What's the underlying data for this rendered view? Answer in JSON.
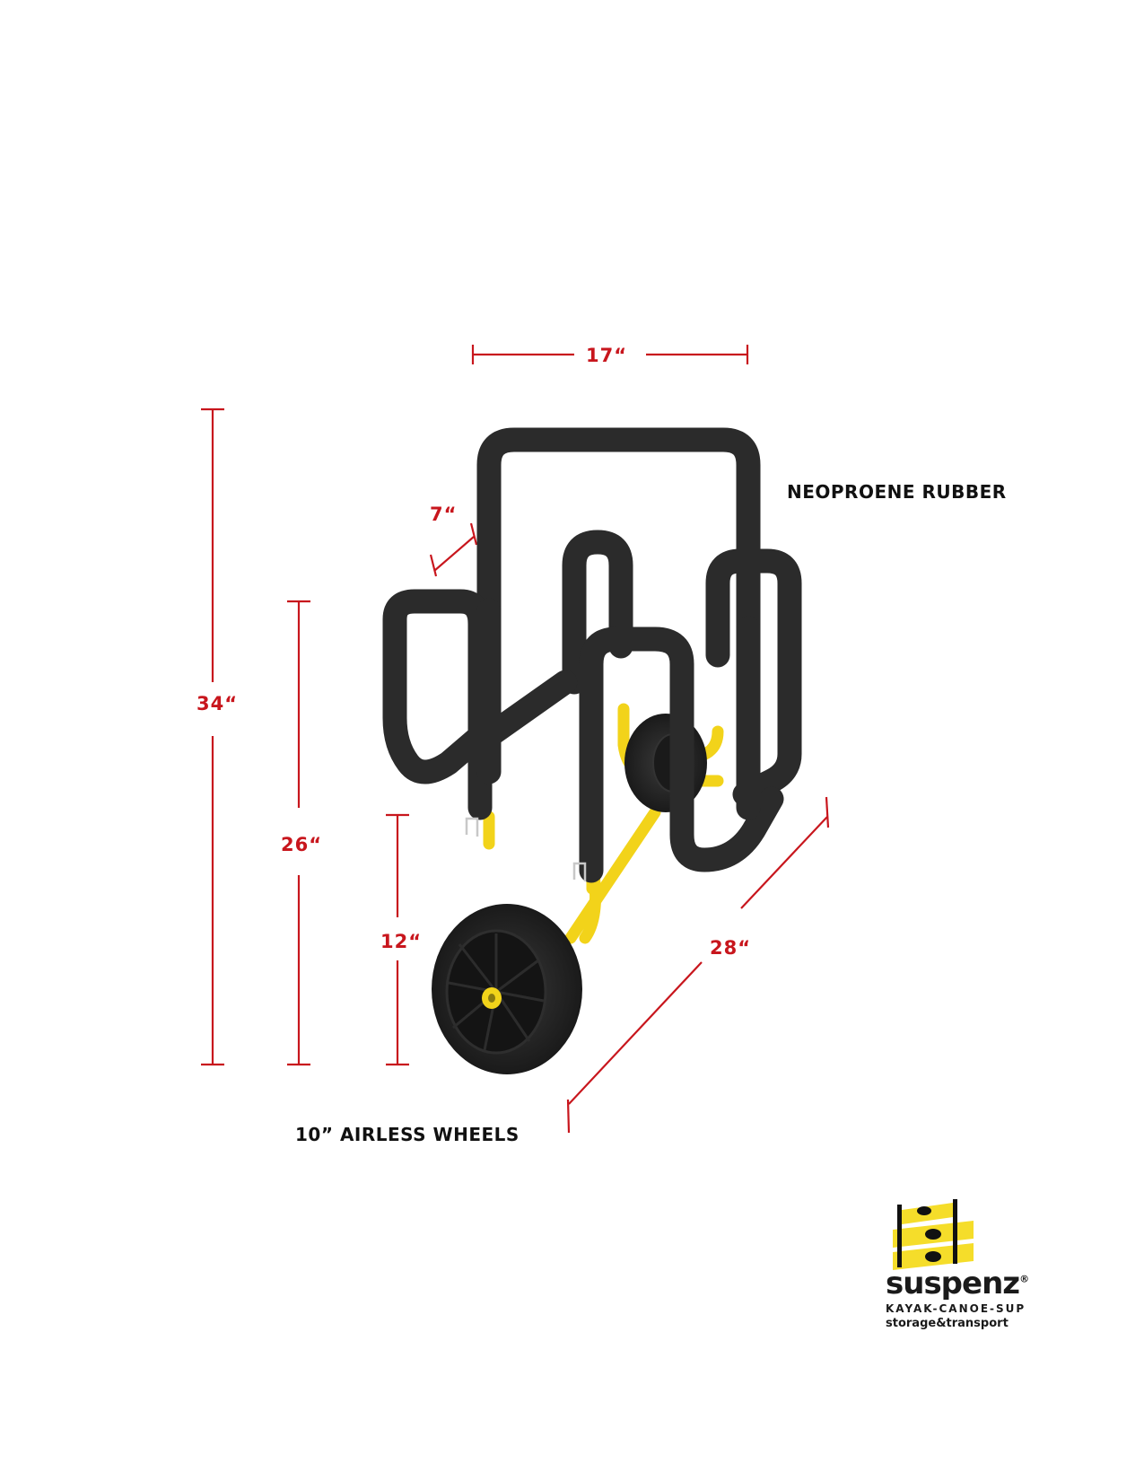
{
  "colors": {
    "dimension_red": "#c8161d",
    "frame_yellow": "#f2d31a",
    "rubber_black": "#2a2a2a",
    "text_black": "#111111",
    "logo_yellow": "#f5dd2a"
  },
  "dimensions": {
    "width": "17“",
    "depth": "7“",
    "total_height": "34“",
    "deck_height": "26“",
    "wheel_height": "12“",
    "length": "28“"
  },
  "callouts": {
    "rubber": "NEOPROENE RUBBER",
    "wheels": "10” AIRLESS WHEELS"
  },
  "logo": {
    "brand": "suspenz",
    "registered": "®",
    "tagline_1": "KAYAK-CANOE-SUP",
    "tagline_2": "storage&transport"
  },
  "product_image": {
    "icon": "kayak-cart-icon",
    "description_visible": false
  }
}
